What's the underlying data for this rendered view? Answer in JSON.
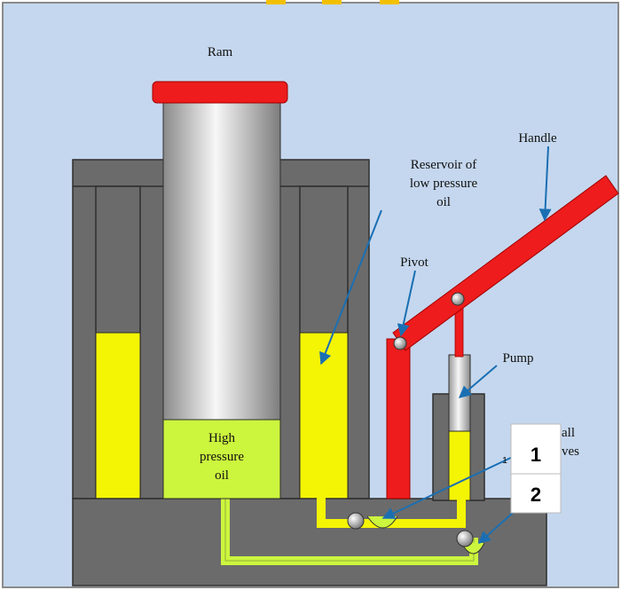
{
  "labels": {
    "ram": "Ram",
    "handle": "Handle",
    "reservoir": [
      "Reservoir of",
      "low pressure",
      "oil"
    ],
    "pivot": "Pivot",
    "pump": "Pump",
    "high_pressure": [
      "High",
      "pressure",
      "oil"
    ],
    "ball_valves_partial": [
      "all",
      "ves"
    ],
    "small_one": "1"
  },
  "callouts": {
    "box1": "1",
    "box2": "2"
  },
  "colors": {
    "background": "#c5d7ee",
    "body_gray": "#6b6b6b",
    "body_border": "#2e2e2e",
    "channel_gray": "#5a5a5a",
    "red": "#ee1c1c",
    "low_pressure_oil": "#f4f405",
    "high_pressure_oil": "#ccf53e",
    "leader_line": "#1a6fb3"
  }
}
